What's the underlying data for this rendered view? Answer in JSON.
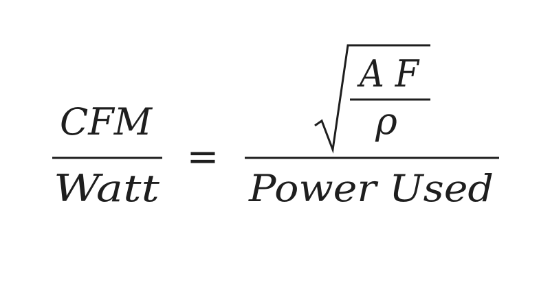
{
  "formula": {
    "lhs": {
      "numerator": "CFM",
      "denominator": "Watt"
    },
    "operator": "=",
    "rhs": {
      "numerator_radicand": {
        "numerator": "A F",
        "denominator": "ρ"
      },
      "denominator": "Power Used"
    }
  }
}
